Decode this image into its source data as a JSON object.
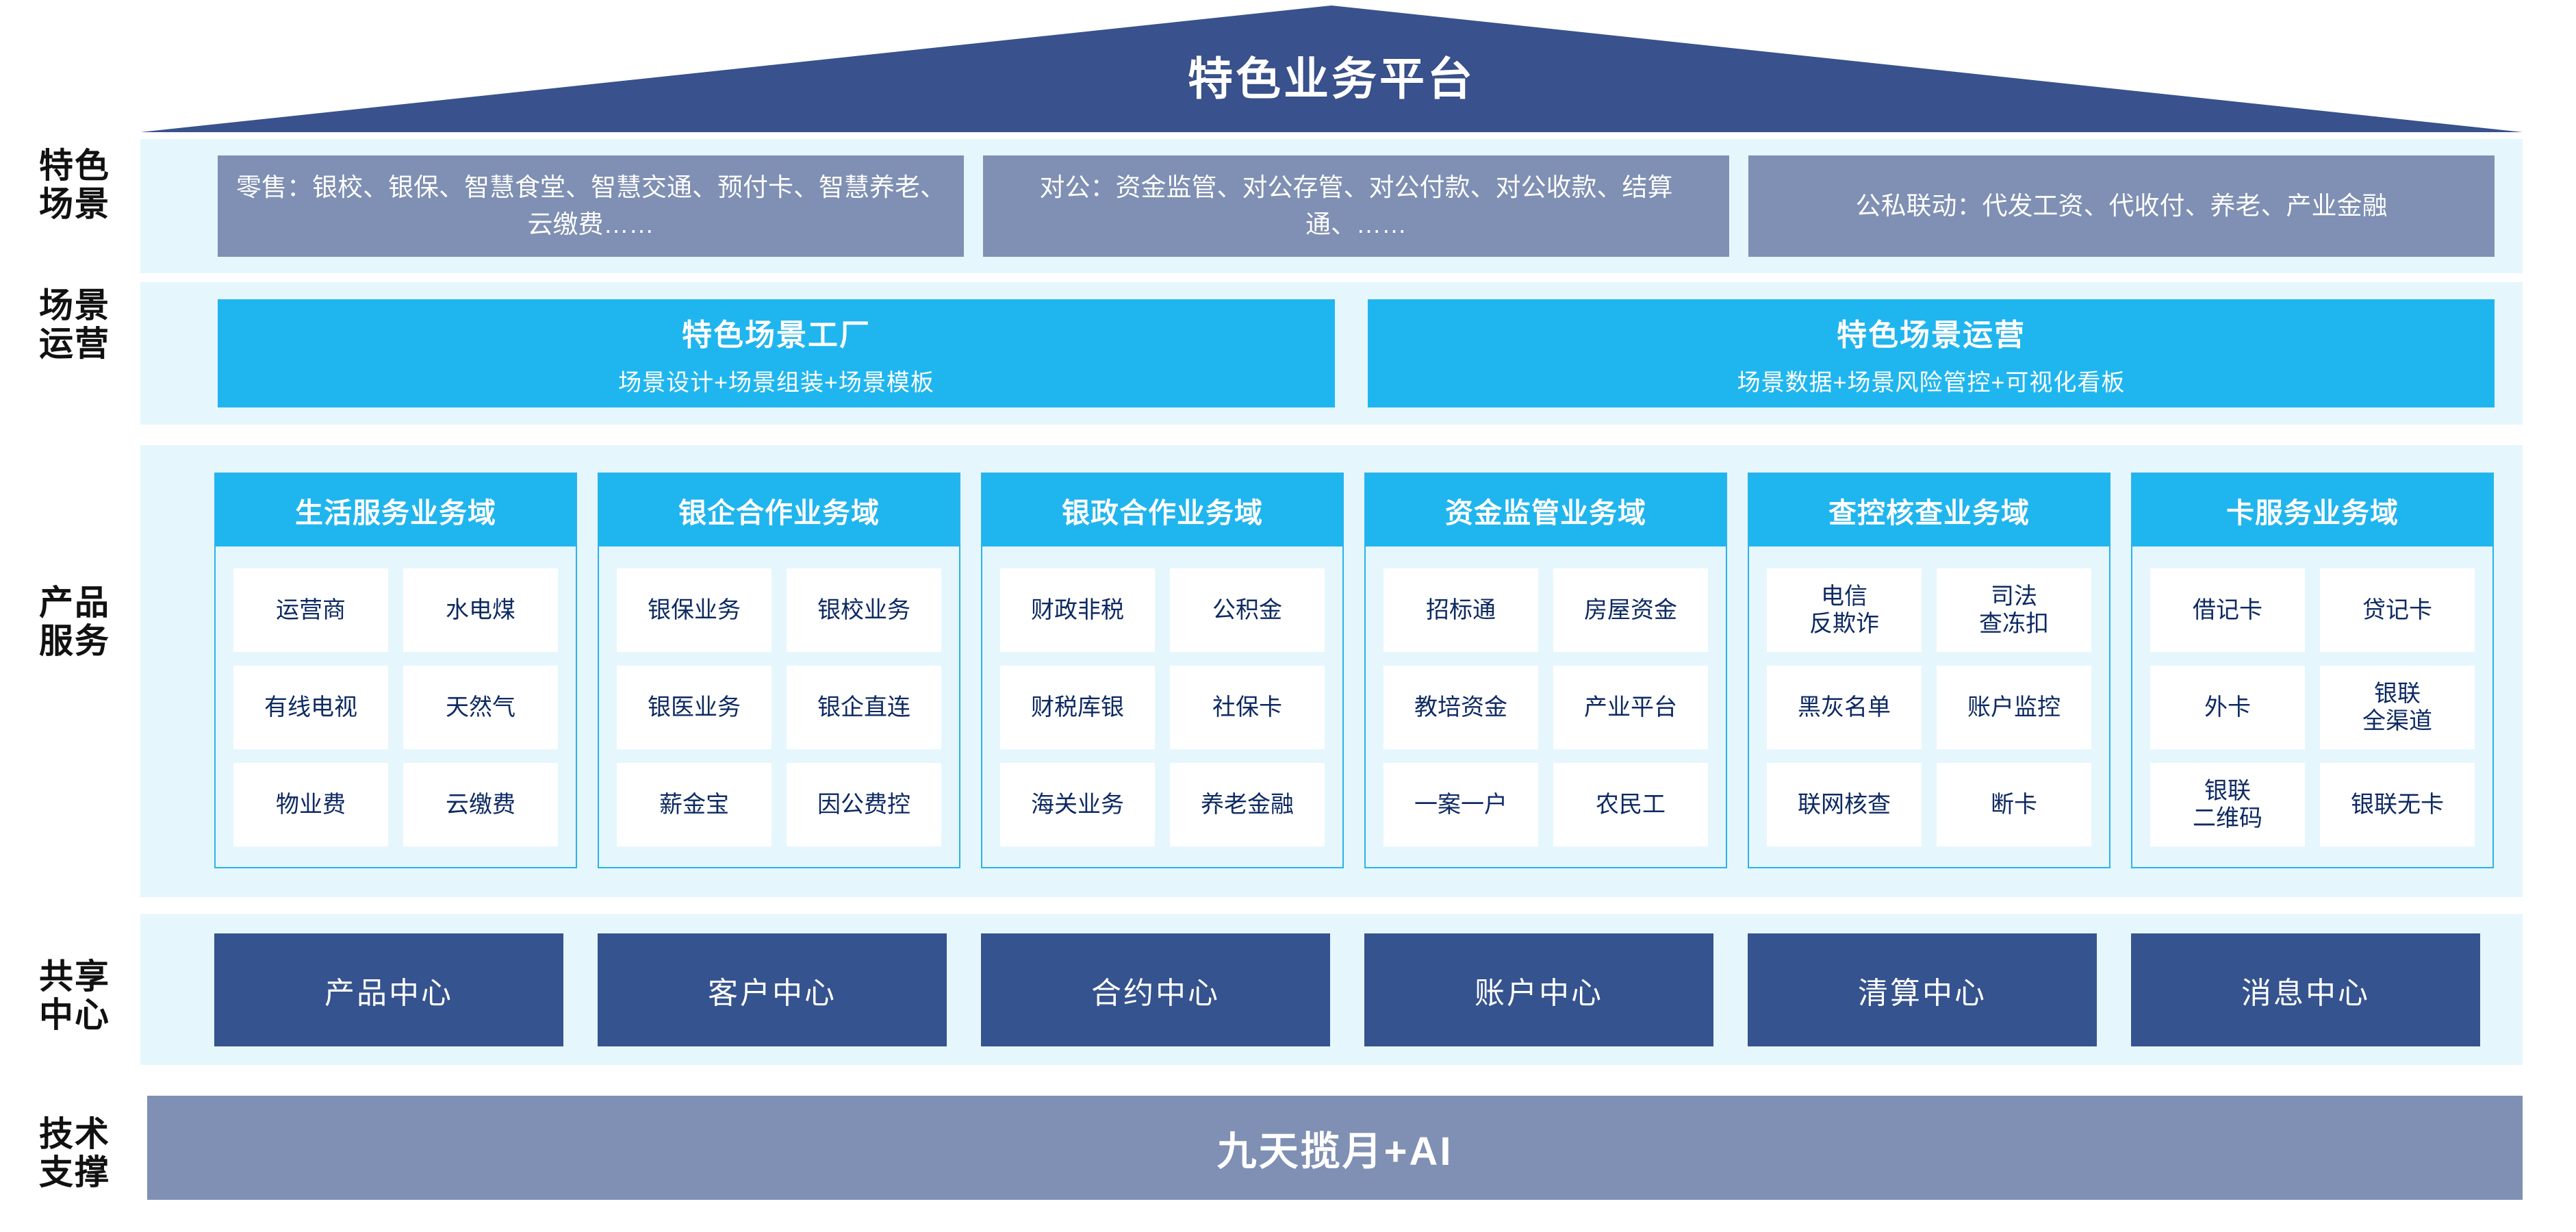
{
  "header": {
    "title": "特色业务平台"
  },
  "row_labels": {
    "scenarios": "特色\n场景",
    "operations": "场景\n运营",
    "products": "产品\n服务",
    "shared_centers": "共享\n中心",
    "tech_support": "技术\n支撑"
  },
  "scenarios": {
    "items": [
      {
        "label": "零售：银校、银保、智慧食堂、智慧交通、预付卡、智慧养老、云缴费……"
      },
      {
        "label": "对公：资金监管、对公存管、对公付款、对公收款、结算通、……"
      },
      {
        "label": "公私联动：代发工资、代收付、养老、产业金融"
      }
    ]
  },
  "operations": {
    "items": [
      {
        "title": "特色场景工厂",
        "subtitle": "场景设计+场景组装+场景模板"
      },
      {
        "title": "特色场景运营",
        "subtitle": "场景数据+场景风险管控+可视化看板"
      }
    ]
  },
  "products": {
    "domains": [
      {
        "title": "生活服务业务域",
        "cells": [
          "运营商",
          "水电煤",
          "有线电视",
          "天然气",
          "物业费",
          "云缴费"
        ]
      },
      {
        "title": "银企合作业务域",
        "cells": [
          "银保业务",
          "银校业务",
          "银医业务",
          "银企直连",
          "薪金宝",
          "因公费控"
        ]
      },
      {
        "title": "银政合作业务域",
        "cells": [
          "财政非税",
          "公积金",
          "财税库银",
          "社保卡",
          "海关业务",
          "养老金融"
        ]
      },
      {
        "title": "资金监管业务域",
        "cells": [
          "招标通",
          "房屋资金",
          "教培资金",
          "产业平台",
          "一案一户",
          "农民工"
        ]
      },
      {
        "title": "查控核查业务域",
        "cells": [
          "电信\n反欺诈",
          "司法\n查冻扣",
          "黑灰名单",
          "账户监控",
          "联网核查",
          "断卡"
        ]
      },
      {
        "title": "卡服务业务域",
        "cells": [
          "借记卡",
          "贷记卡",
          "外卡",
          "银联\n全渠道",
          "银联\n二维码",
          "银联无卡"
        ]
      }
    ]
  },
  "shared_centers": {
    "items": [
      {
        "label": "产品中心"
      },
      {
        "label": "客户中心"
      },
      {
        "label": "合约中心"
      },
      {
        "label": "账户中心"
      },
      {
        "label": "清算中心"
      },
      {
        "label": "消息中心"
      }
    ]
  },
  "tech_support": {
    "label": "九天揽月+AI"
  },
  "colors": {
    "roof_navy": "#39528d",
    "center_navy": "#35538f",
    "slate_blue": "#7f90b4",
    "cyan": "#1fb6ef",
    "panel_bg": "#e6f6fd",
    "cell_text": "#0e2a62"
  }
}
